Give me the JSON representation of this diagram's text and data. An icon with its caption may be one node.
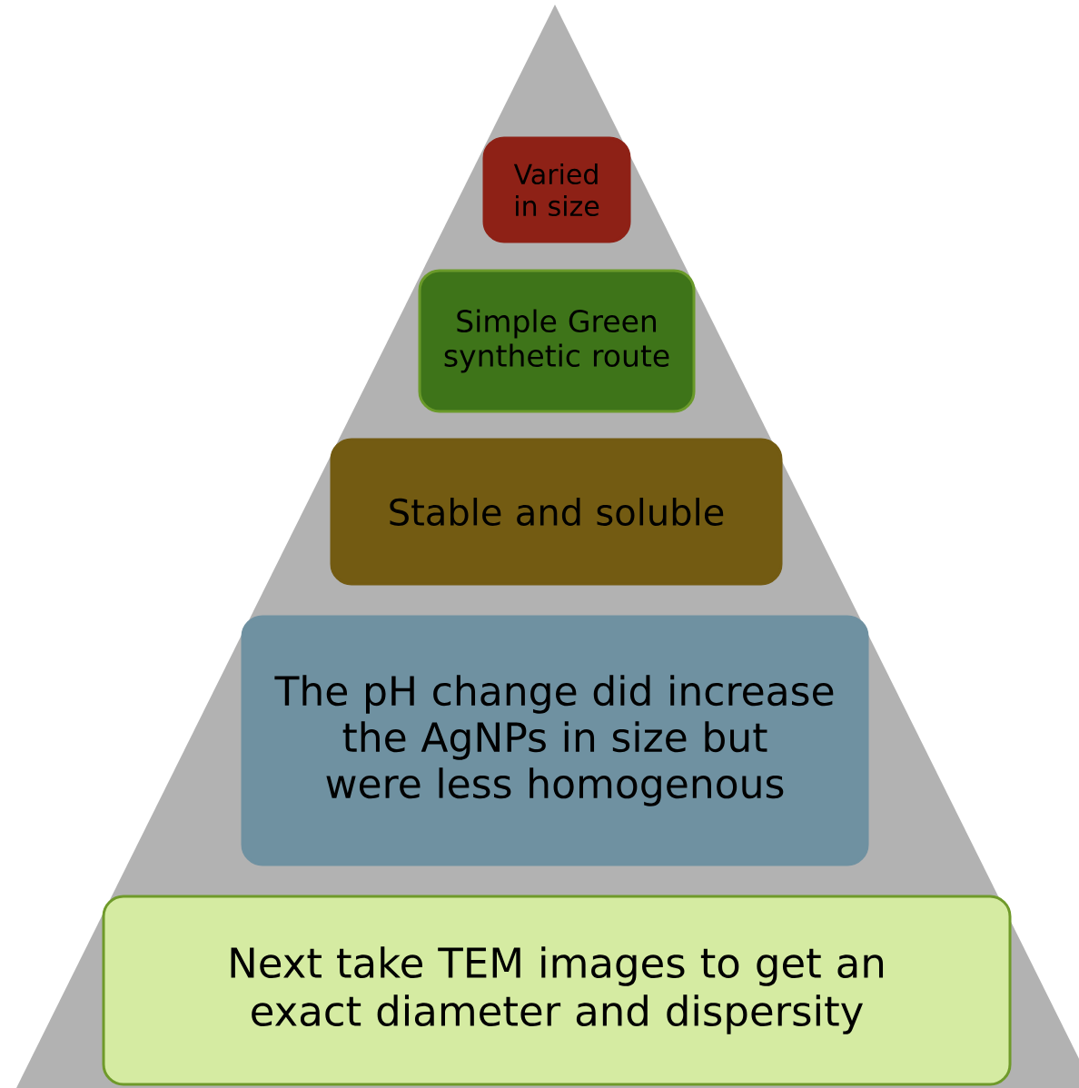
{
  "diagram": {
    "nodes": [
      {
        "text": [
          "Varied in size"
        ]
      },
      {
        "text": [
          "Simple Green synthetic route"
        ]
      },
      {
        "text": [
          "Stable and soluble"
        ]
      },
      {
        "text": [
          "The pH change did increase the AgNPs in size but were less homogenous"
        ]
      },
      {
        "text": [
          "Next take TEM images to get an exact diameter and dispersity"
        ]
      }
    ]
  }
}
